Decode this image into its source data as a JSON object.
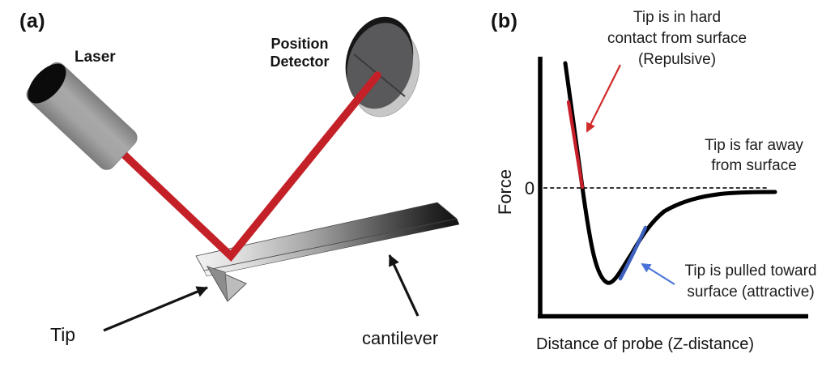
{
  "figure": {
    "panel_a": {
      "label": "(a)",
      "laser_label": "Laser",
      "detector_label": "Position\nDetector",
      "tip_label": "Tip",
      "cantilever_label": "cantilever"
    },
    "panel_b": {
      "label": "(b)",
      "y_axis_label": "Force",
      "x_axis_label": "Distance of probe (Z-distance)",
      "zero_tick_label": "0",
      "annotation_repulsive": "Tip is in hard\ncontact from surface\n(Repulsive)",
      "annotation_far_away": "Tip is far away\nfrom surface",
      "annotation_attractive": "Tip is pulled toward\nsurface (attractive)"
    }
  },
  "colors": {
    "laser_beam_red": "#c32127",
    "repulsive_segment_red": "#c8202a",
    "red_annotation_arrow": "#d02b2b",
    "attractive_segment_blue": "#3d5fbe",
    "blue_annotation_arrow": "#4a74d8",
    "curve_black": "#000000",
    "detector_face_gray": "#59595b",
    "laser_body_gray": "#a0a0a0",
    "text_black": "#141414",
    "background": "#ffffff"
  },
  "chart_data": {
    "type": "line",
    "title": "",
    "xlabel": "Distance of probe (Z-distance)",
    "ylabel": "Force",
    "axis_style": "qualitative sketch, no numeric ticks; dashed horizontal reference line at Force = 0",
    "series": [
      {
        "name": "force-distance curve",
        "description": "Lennard-Jones-style tip-sample interaction: steep repulsive wall at small Z crossing zero, attractive minimum, asymptotic return to zero force at large Z",
        "x": [
          0.1,
          0.13,
          0.16,
          0.18,
          0.22,
          0.26,
          0.31,
          0.37,
          0.44,
          0.52,
          0.62,
          0.75,
          0.88,
          1.0
        ],
        "y": [
          3.9,
          2.6,
          1.2,
          0.0,
          -1.6,
          -2.9,
          -3.0,
          -2.1,
          -1.3,
          -0.75,
          -0.35,
          -0.15,
          -0.07,
          -0.05
        ]
      }
    ],
    "highlighted_segments": [
      {
        "color": "red",
        "region": "steep repulsive branch around the zero crossing",
        "annotation": "Tip is in hard contact from surface (Repulsive)"
      },
      {
        "color": "blue",
        "region": "rising branch just right of the force minimum",
        "annotation": "Tip is pulled toward surface (attractive)"
      },
      {
        "color": "black",
        "region": "flat tail approaching zero at large Z",
        "annotation": "Tip is far away from surface"
      }
    ],
    "legend": "none"
  }
}
